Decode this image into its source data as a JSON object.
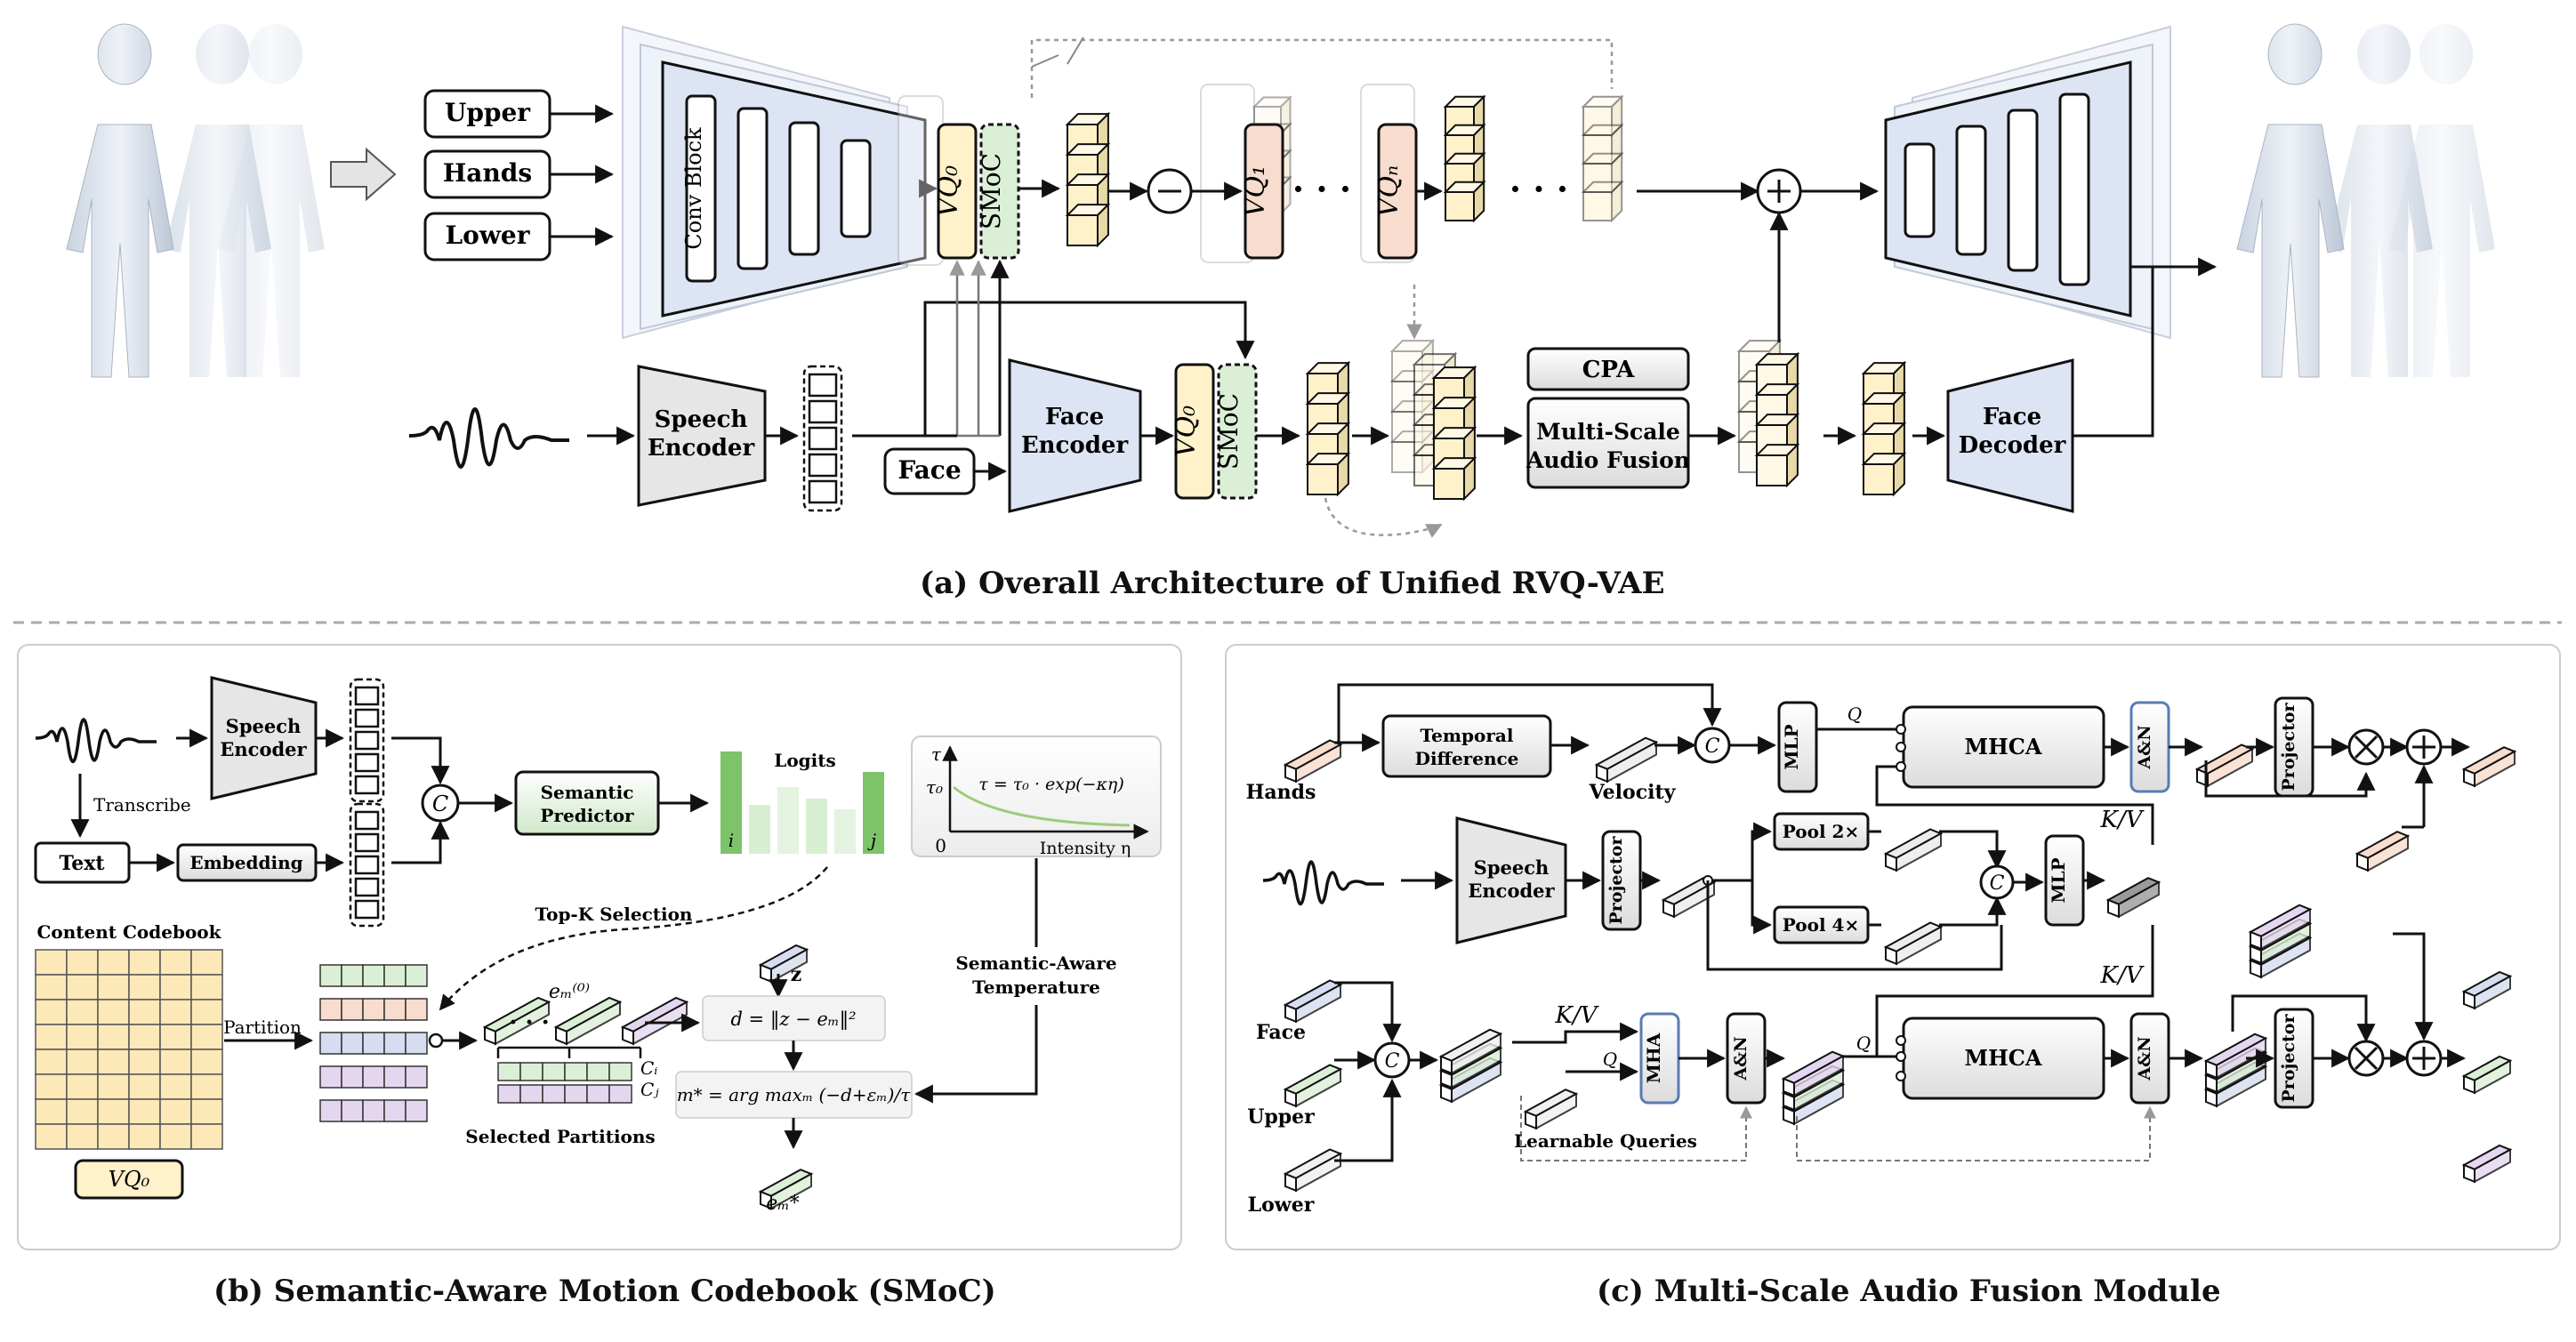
{
  "captions": {
    "a": "(a) Overall Architecture of Unified RVQ-VAE",
    "b": "(b) Semantic-Aware Motion Codebook (SMoC)",
    "c": "(c) Multi-Scale Audio Fusion Module"
  },
  "panel_a": {
    "inputs": [
      "Upper",
      "Hands",
      "Lower"
    ],
    "conv_block": "Conv Block",
    "vq0": "VQ₀",
    "smoc": "SMoC",
    "vq1": "VQ₁",
    "vqn": "VQₙ",
    "speech_encoder": [
      "Speech",
      "Encoder"
    ],
    "face": "Face",
    "face_encoder": [
      "Face",
      "Encoder"
    ],
    "cpa": "CPA",
    "fusion": [
      "Multi-Scale",
      "Audio Fusion"
    ],
    "face_decoder": [
      "Face",
      "Decoder"
    ]
  },
  "panel_b": {
    "speech_encoder": [
      "Speech",
      "Encoder"
    ],
    "transcribe": "Transcribe",
    "text": "Text",
    "embedding": "Embedding",
    "semantic_predictor": [
      "Semantic",
      "Predictor"
    ],
    "logits": "Logits",
    "logit_i": "i",
    "logit_j": "j",
    "tau_formula": "τ = τ₀ · exp(−κη)",
    "tau_axis": "τ",
    "tau0": "τ₀",
    "zero": "0",
    "intensity": "Intensity η",
    "topk": "Top-K Selection",
    "content_codebook": "Content Codebook",
    "partition": "Partition",
    "em0": "eₘ⁽⁰⁾",
    "z": "z",
    "distance": "d = ‖z − eₘ‖²",
    "argmax": "m* = arg maxₘ (−d+εₘ)/τ",
    "ci": "Cᵢ",
    "cj": "Cⱼ",
    "selected": "Selected Partitions",
    "sat": [
      "Semantic-Aware",
      "Temperature"
    ],
    "vq0": "VQ₀",
    "em_star": "eₘ*"
  },
  "panel_c": {
    "hands": "Hands",
    "temporal": [
      "Temporal",
      "Difference"
    ],
    "velocity": "Velocity",
    "c_sym": "C",
    "mlp": "MLP",
    "q": "Q",
    "mhca": "MHCA",
    "an": "A&N",
    "projector": "Projector",
    "kv": "K/V",
    "speech_encoder": [
      "Speech",
      "Encoder"
    ],
    "pool2": "Pool 2×",
    "pool4": "Pool 4×",
    "face": "Face",
    "upper": "Upper",
    "lower": "Lower",
    "mha": "MHA",
    "learnable": "Learnable Queries"
  },
  "colors": {
    "encoder": "#dde4f4",
    "yellow": "#fff1c9",
    "green": "#dbefd6",
    "pink": "#f8dccd",
    "gray": "#e6e6e6",
    "purple": "#e5d6f0",
    "blue": "#d6ddf0"
  }
}
